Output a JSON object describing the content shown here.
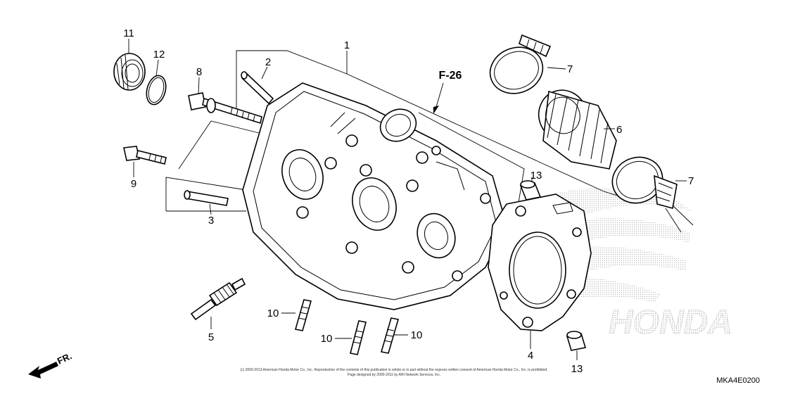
{
  "callouts": {
    "c1": "1",
    "c2": "2",
    "c3": "3",
    "c4": "4",
    "c5": "5",
    "c6": "6",
    "c7a": "7",
    "c7b": "7",
    "c8": "8",
    "c9": "9",
    "c10a": "10",
    "c10b": "10",
    "c10c": "10",
    "c11": "11",
    "c12": "12",
    "c13a": "13",
    "c13b": "13"
  },
  "reference": "F-26",
  "direction_label": "FR.",
  "diagram_code": "MKA4E0200",
  "copyright": {
    "line1": "(c) 2000-2013 American Honda Motor Co., Inc. Reproduction of the contents of this publication in whole or in part without the express written consent of American Honda Motor Co., Inc. is prohibited.",
    "line2": "Page designed by 2000-2011 by ARI Network Services, Inc."
  },
  "watermark": "HONDA",
  "colors": {
    "line": "#000000",
    "background": "#ffffff",
    "watermark": "#bdbdbd"
  }
}
